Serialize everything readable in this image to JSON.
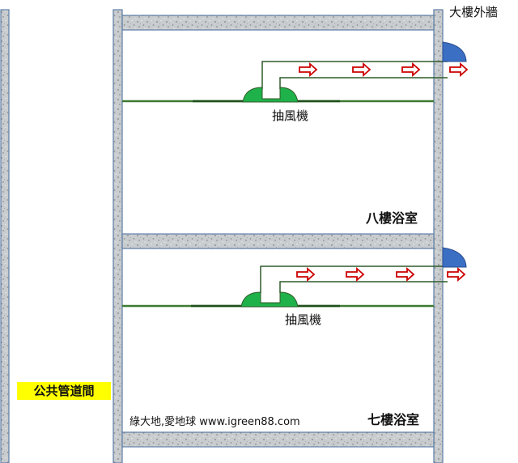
{
  "labels": {
    "outer_wall": "大樓外牆",
    "fan_upper": "抽風機",
    "fan_lower": "抽風機",
    "bathroom_upper": "八樓浴室",
    "bathroom_lower": "七樓浴室",
    "shaft": "公共管道間",
    "credit": "綠大地,愛地球 www.igreen88.com"
  },
  "colors": {
    "wall_fill": "#c9ccce",
    "wall_border": "#5a7ca6",
    "ceiling_line": "#3d7a32",
    "duct_line": "#2f5a2a",
    "fan_fill": "#1fb14a",
    "vent_cap": "#3b6fc4",
    "arrow_outline": "#cc0000",
    "shaft_label_bg": "#ffff00"
  },
  "icons": {
    "arrow": "right-arrow-outline-icon",
    "fan": "exhaust-fan-icon",
    "vent": "vent-hood-icon"
  },
  "floors": [
    {
      "floor": "8F",
      "arrows": 4
    },
    {
      "floor": "7F",
      "arrows": 4
    }
  ]
}
